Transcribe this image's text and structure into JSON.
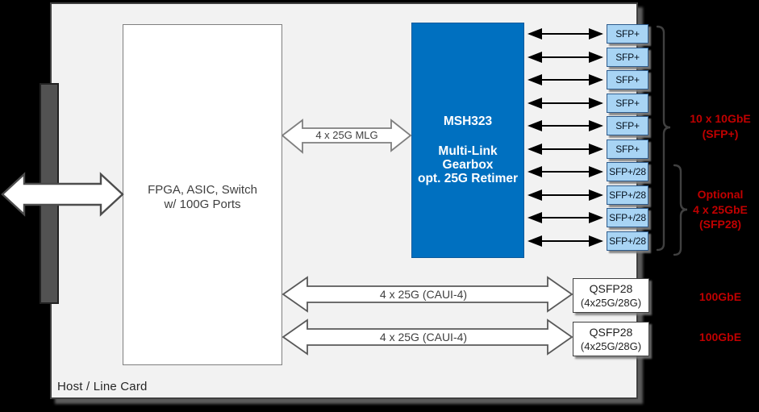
{
  "diagram": {
    "card_label": "Host / Line Card",
    "fpga": {
      "line1": "FPGA, ASIC, Switch",
      "line2": "w/ 100G Ports"
    },
    "gearbox": {
      "title": "MSH323",
      "line1": "Multi-Link Gearbox",
      "line2": "opt. 25G Retimer"
    },
    "mlg_label": "4 x 25G MLG",
    "caui_labels": [
      "4 x 25G (CAUI-4)",
      "4 x 25G (CAUI-4)"
    ],
    "modules": [
      "SFP+",
      "SFP+",
      "SFP+",
      "SFP+",
      "SFP+",
      "SFP+",
      "SFP+/28",
      "SFP+/28",
      "SFP+/28",
      "SFP+/28"
    ],
    "qsfp": [
      {
        "line1": "QSFP28",
        "line2": "(4x25G/28G)"
      },
      {
        "line1": "QSFP28",
        "line2": "(4x25G/28G)"
      }
    ],
    "annotations": {
      "sfp_group": {
        "line1": "10 x 10GbE",
        "line2": "(SFP+)"
      },
      "sfp28_group": {
        "line1": "Optional",
        "line2": "4 x 25GbE",
        "line3": "(SFP28)"
      },
      "qsfp_rates": [
        "100GbE",
        "100GbE"
      ]
    },
    "colors": {
      "gearbox_fill": "#0070C0",
      "module_fill": "#A8D4F4",
      "module_border": "#2E5B8C",
      "annotation_red": "#C00000",
      "card_fill": "#F2F2F2"
    }
  }
}
